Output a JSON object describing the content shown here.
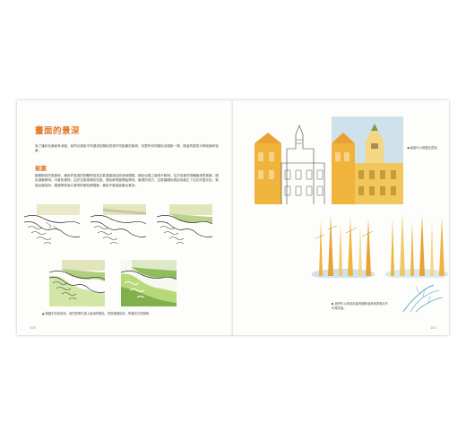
{
  "left_page": {
    "title": "畫面的景深",
    "intro": "為了讓彩色畫面有深度，我們必須用不同濃淺的顏色表現不同距離的景物，形塑所有的顏色深度影一樣，觀者則氣氛分辨前景和後景。",
    "subtitle": "氣圍",
    "body": "觀察眼前的風景時，最前們遠遠的物體會因為空氣濃度增加而漸漸模糊，顏色也隨之變得不鮮明。住於前景的物體最清楚風磷，顏色濃最鮮明。中景的景物，由於空氣柔磷的密度，顏色鮮明度開始降低。最遠的地方，空氣讓顏色看起來產生了近灰的藍灰色，氣論全國為而，團團降低每片景物的顏色鮮豔度，都給予觀者距離全景深。",
    "caption": "範圖中的前景色，我們透明先畫上最淺的顏色，然後慢慢前深，再畫前方的細節。",
    "page_number": "100"
  },
  "right_page": {
    "caption_top": "景景可以用藍色塗抹。",
    "caption_bottom": "我們可以用前前景的樹幹增添來表現出不可見的景。",
    "page_number": "101"
  },
  "colors": {
    "accent": "#e07a2a",
    "ochre": "#f0b43c",
    "sky": "#a6c9d8",
    "green": "#9cc24a"
  }
}
